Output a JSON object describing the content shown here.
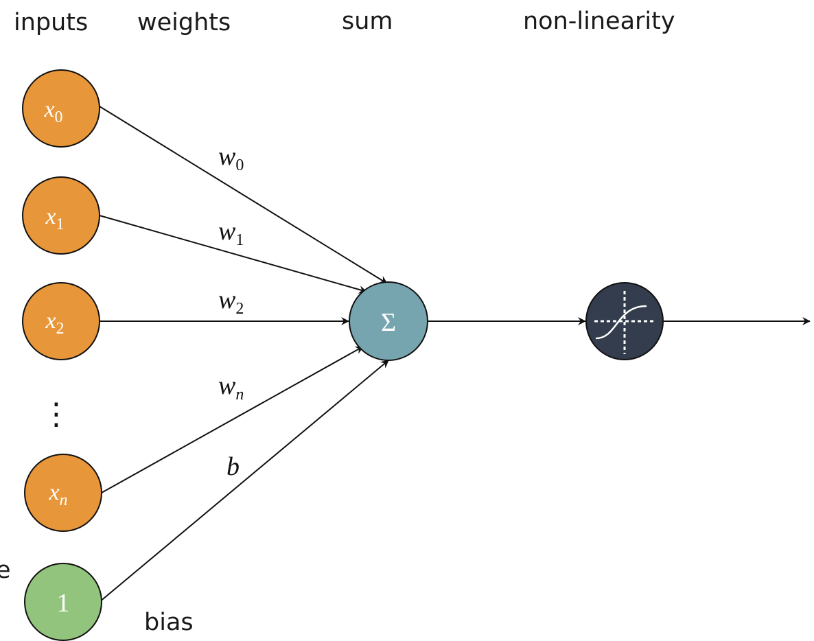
{
  "columns": {
    "inputs": "inputs",
    "weights": "weights",
    "sum": "sum",
    "nonlinearity": "non-linearity"
  },
  "inputs": [
    {
      "base": "x",
      "sub": "0"
    },
    {
      "base": "x",
      "sub": "1"
    },
    {
      "base": "x",
      "sub": "2"
    },
    {
      "base": "x",
      "sub": "n"
    }
  ],
  "ellipsis": "⋮",
  "bias_node": {
    "label": "1",
    "caption": "bias",
    "cut_off_text": "e"
  },
  "weights": [
    {
      "base": "w",
      "sub": "0"
    },
    {
      "base": "w",
      "sub": "1"
    },
    {
      "base": "w",
      "sub": "2"
    },
    {
      "base": "w",
      "sub": "n"
    }
  ],
  "bias_weight": "b",
  "sum_node": {
    "symbol": "Σ"
  },
  "activation_node": {
    "icon": "sigmoid-icon"
  },
  "colors": {
    "input_fill": "#E8963A",
    "bias_fill": "#93C47D",
    "sum_fill": "#76A5AF",
    "activation_fill": "#333D4E",
    "stroke": "#111111"
  }
}
